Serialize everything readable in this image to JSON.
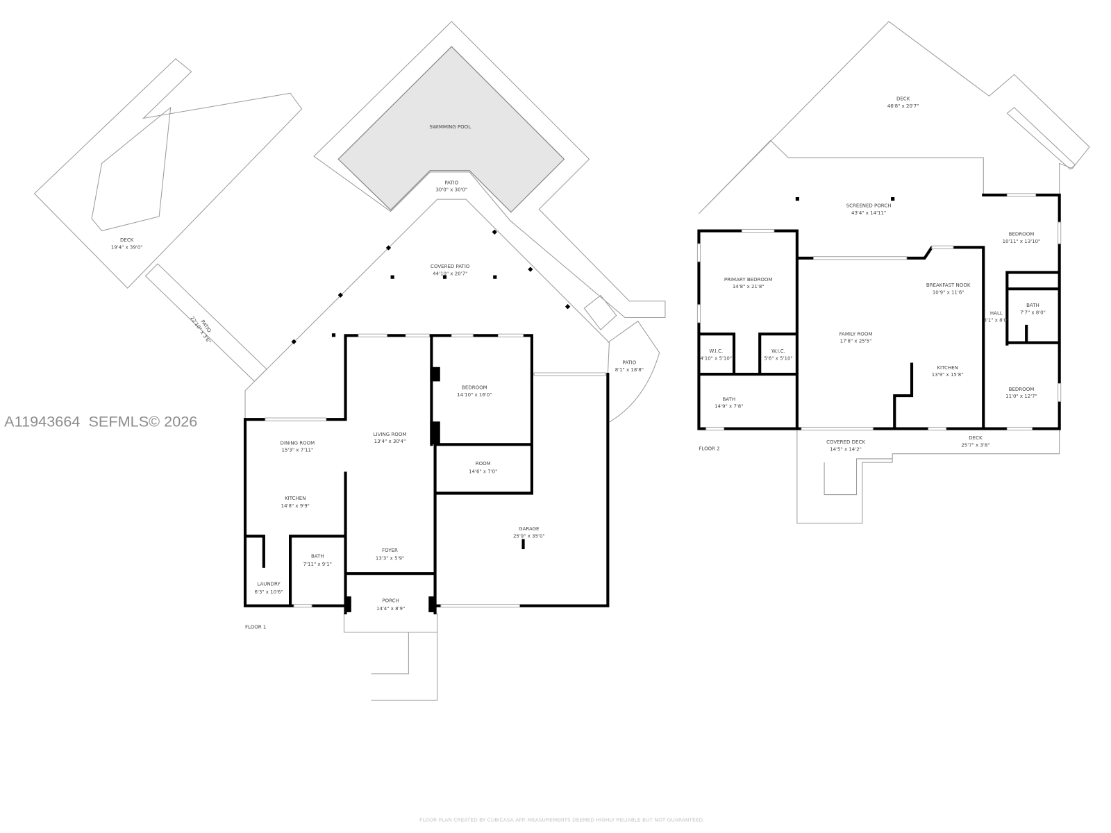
{
  "watermark": "A11943664  SEFMLS© 2026",
  "footer": "FLOOR PLAN CREATED BY CUBICASA APP. MEASUREMENTS DEEMED HIGHLY RELIABLE BUT NOT GUARANTEED.",
  "colors": {
    "wall": "#000000",
    "outline": "#9a9a9a",
    "pool": "#e6e6e6"
  },
  "floor1": {
    "label": "FLOOR 1",
    "rooms": [
      {
        "name": "DECK",
        "dims": "19'4\" x 39'0\""
      },
      {
        "name": "SWIMMING POOL",
        "dims": ""
      },
      {
        "name": "PATIO",
        "dims": "30'0\" x 30'0\""
      },
      {
        "name": "PATIO",
        "dims": "22'10\" x 3'6\""
      },
      {
        "name": "COVERED PATIO",
        "dims": "44'10\" x 20'7\""
      },
      {
        "name": "PATIO",
        "dims": "8'1\" x 18'8\""
      },
      {
        "name": "BEDROOM",
        "dims": "14'10\" x 16'0\""
      },
      {
        "name": "DINING ROOM",
        "dims": "15'3\" x 7'11\""
      },
      {
        "name": "LIVING ROOM",
        "dims": "13'4\" x 30'4\""
      },
      {
        "name": "ROOM",
        "dims": "14'6\" x 7'0\""
      },
      {
        "name": "KITCHEN",
        "dims": "14'8\" x 9'9\""
      },
      {
        "name": "GARAGE",
        "dims": "25'9\" x 35'0\""
      },
      {
        "name": "BATH",
        "dims": "7'11\" x 9'1\""
      },
      {
        "name": "FOYER",
        "dims": "13'3\" x 5'9\""
      },
      {
        "name": "LAUNDRY",
        "dims": "6'3\" x 10'6\""
      },
      {
        "name": "PORCH",
        "dims": "14'4\" x 8'9\""
      }
    ]
  },
  "floor2": {
    "label": "FLOOR 2",
    "rooms": [
      {
        "name": "DECK",
        "dims": "46'8\" x 20'7\""
      },
      {
        "name": "SCREENED PORCH",
        "dims": "43'4\" x 14'11\""
      },
      {
        "name": "BEDROOM",
        "dims": "10'11\" x 13'10\""
      },
      {
        "name": "PRIMARY BEDROOM",
        "dims": "14'8\" x 21'8\""
      },
      {
        "name": "BREAKFAST NOOK",
        "dims": "10'9\" x 11'6\""
      },
      {
        "name": "BATH",
        "dims": "7'7\" x 8'0\""
      },
      {
        "name": "HALL",
        "dims": "3'1\" x 8'0\""
      },
      {
        "name": "FAMILY ROOM",
        "dims": "17'8\" x 25'5\""
      },
      {
        "name": "W.I.C.",
        "dims": "4'10\" x 5'10\""
      },
      {
        "name": "W.I.C.",
        "dims": "5'6\" x 5'10\""
      },
      {
        "name": "KITCHEN",
        "dims": "13'9\" x 15'8\""
      },
      {
        "name": "BEDROOM",
        "dims": "11'0\" x 12'7\""
      },
      {
        "name": "BATH",
        "dims": "14'9\" x 7'8\""
      },
      {
        "name": "COVERED DECK",
        "dims": "14'5\" x 14'2\""
      },
      {
        "name": "DECK",
        "dims": "25'7\" x 3'8\""
      }
    ]
  }
}
